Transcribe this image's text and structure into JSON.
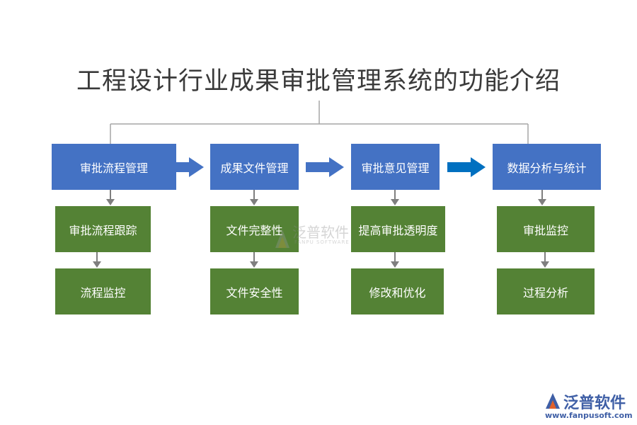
{
  "title": "工程设计行业成果审批管理系统的功能介绍",
  "columns": [
    {
      "header": "审批流程管理",
      "items": [
        "审批流程跟踪",
        "流程监控"
      ]
    },
    {
      "header": "成果文件管理",
      "items": [
        "文件完整性",
        "文件安全性"
      ]
    },
    {
      "header": "审批意见管理",
      "items": [
        "提高审批透明度",
        "修改和优化"
      ]
    },
    {
      "header": "数据分析与统计",
      "items": [
        "审批监控",
        "过程分析"
      ]
    }
  ],
  "watermark": {
    "text": "泛普软件",
    "subtext": "FANPU SOFTWARE"
  },
  "logo": {
    "text": "泛普软件",
    "url": "www.fanpusoft.com"
  },
  "colors": {
    "header": "#4472c4",
    "item": "#548235",
    "arrow": "#4472c4",
    "arrow_dark": "#0070c0",
    "connector": "#a6a6a6"
  }
}
